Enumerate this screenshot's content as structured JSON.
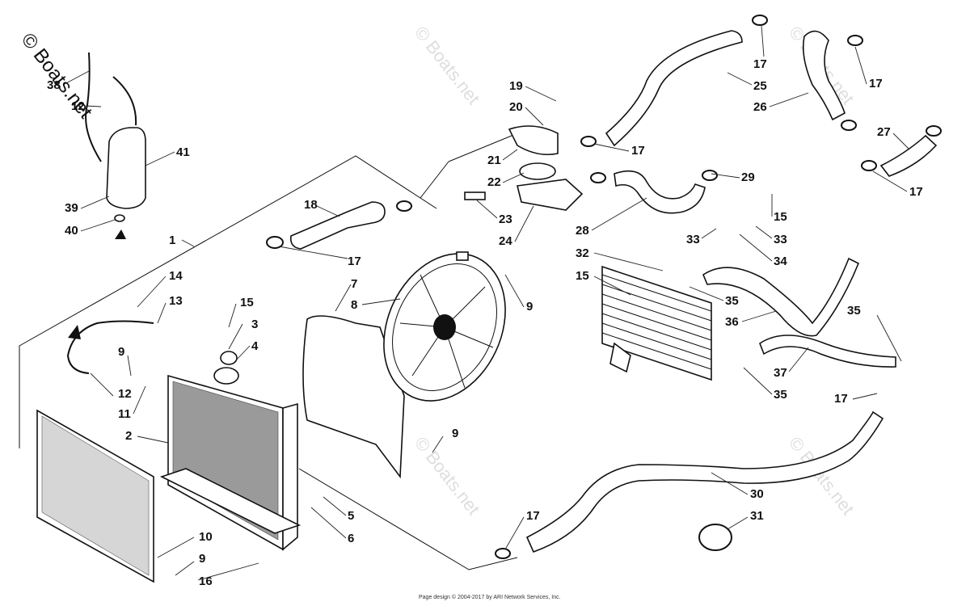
{
  "copyright": "© Boats.net",
  "watermark": "© Boats.net",
  "footer": "Page design © 2004-2017 by ARI Network Services, Inc.",
  "callouts": [
    {
      "label": "1"
    },
    {
      "label": "2"
    },
    {
      "label": "3"
    },
    {
      "label": "4"
    },
    {
      "label": "5"
    },
    {
      "label": "6"
    },
    {
      "label": "7"
    },
    {
      "label": "8"
    },
    {
      "label": "9"
    },
    {
      "label": "9"
    },
    {
      "label": "9"
    },
    {
      "label": "9"
    },
    {
      "label": "10"
    },
    {
      "label": "11"
    },
    {
      "label": "12"
    },
    {
      "label": "12"
    },
    {
      "label": "13"
    },
    {
      "label": "14"
    },
    {
      "label": "15"
    },
    {
      "label": "15"
    },
    {
      "label": "15"
    },
    {
      "label": "16"
    },
    {
      "label": "17"
    },
    {
      "label": "17"
    },
    {
      "label": "17"
    },
    {
      "label": "17"
    },
    {
      "label": "17"
    },
    {
      "label": "17"
    },
    {
      "label": "17"
    },
    {
      "label": "18"
    },
    {
      "label": "19"
    },
    {
      "label": "20"
    },
    {
      "label": "21"
    },
    {
      "label": "22"
    },
    {
      "label": "23"
    },
    {
      "label": "24"
    },
    {
      "label": "25"
    },
    {
      "label": "26"
    },
    {
      "label": "27"
    },
    {
      "label": "28"
    },
    {
      "label": "29"
    },
    {
      "label": "30"
    },
    {
      "label": "31"
    },
    {
      "label": "32"
    },
    {
      "label": "33"
    },
    {
      "label": "33"
    },
    {
      "label": "34"
    },
    {
      "label": "35"
    },
    {
      "label": "35"
    },
    {
      "label": "35"
    },
    {
      "label": "36"
    },
    {
      "label": "37"
    },
    {
      "label": "38"
    },
    {
      "label": "39"
    },
    {
      "label": "40"
    },
    {
      "label": "41"
    }
  ]
}
